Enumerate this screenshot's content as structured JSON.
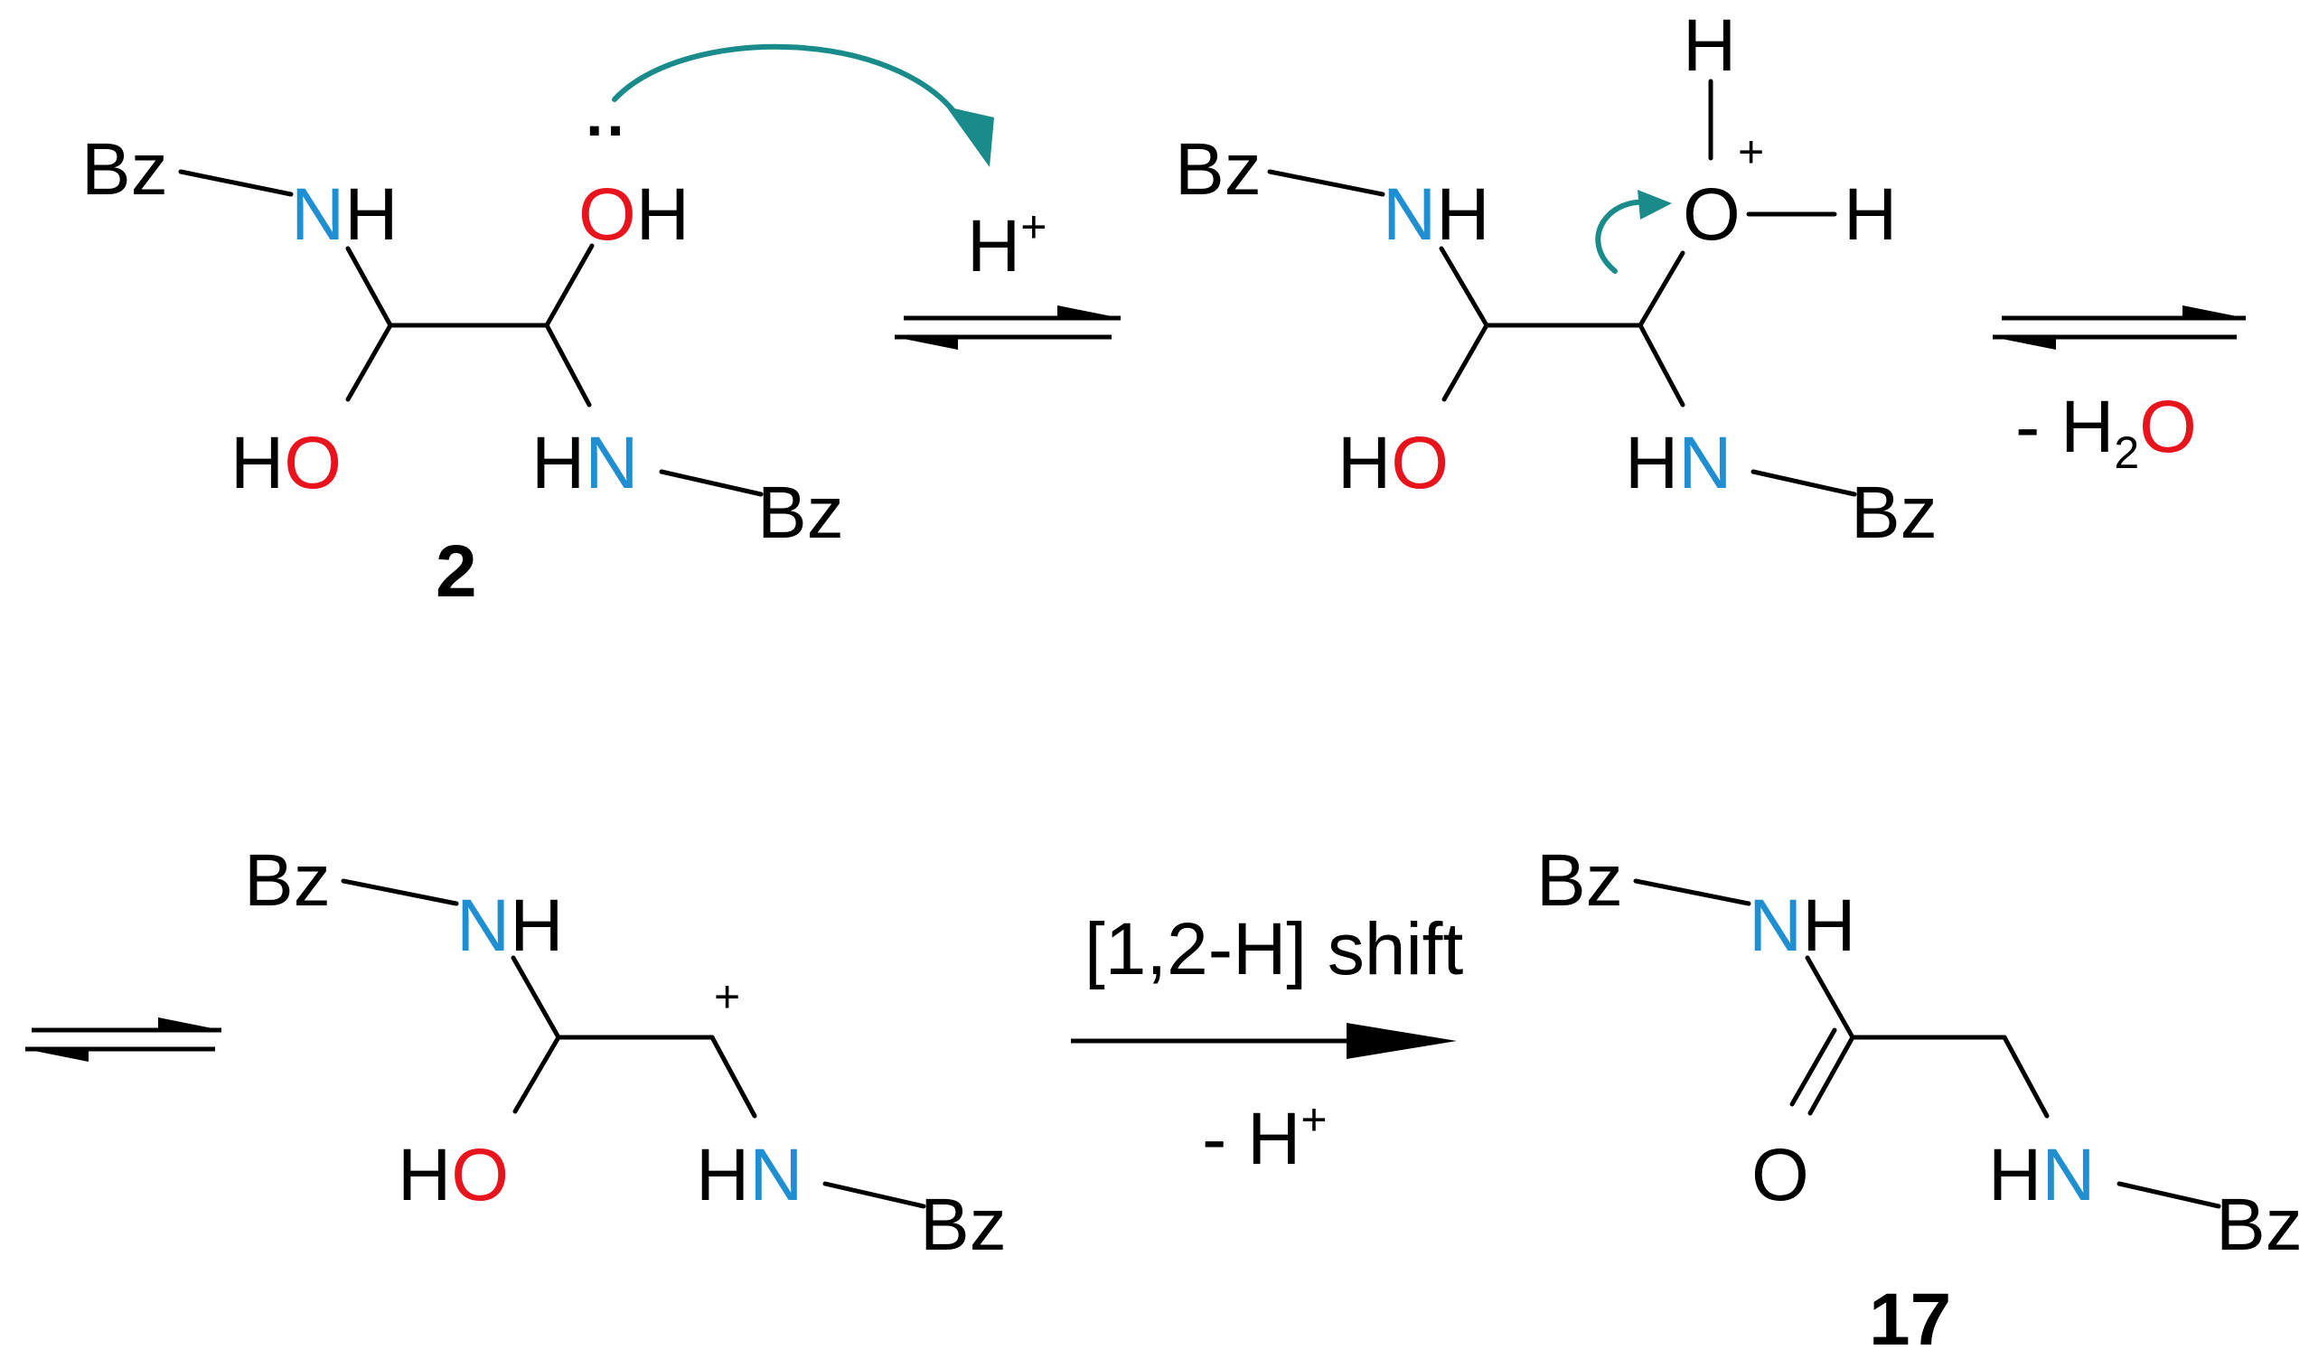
{
  "colors": {
    "carbon_text": "#000000",
    "nitrogen": "#1f8fd1",
    "oxygen": "#e8141d",
    "curly_arrow": "#1a8b8b"
  },
  "labels": {
    "bz": "Bz",
    "N": "N",
    "O": "O",
    "H": "H",
    "plus": "+",
    "lone_pair": "··"
  },
  "compounds": {
    "start": "2",
    "product": "17"
  },
  "reagents": {
    "step1_top": "H",
    "step1_top_sup": "+",
    "step2_bottom_prefix": "- H",
    "step2_bottom_sub": "2",
    "step2_bottom_O": "O",
    "step4_top": "[1,2-H] shift",
    "step4_bottom": "- H",
    "step4_bottom_sup": "+"
  }
}
